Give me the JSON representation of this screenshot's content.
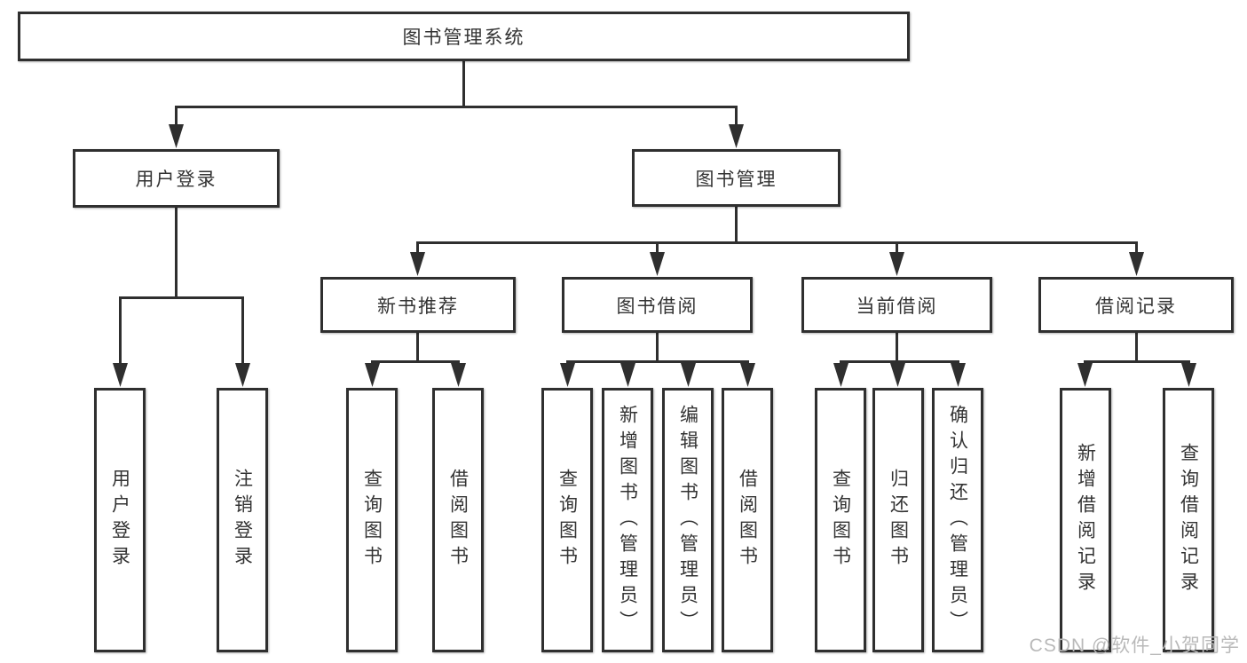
{
  "tree": {
    "root": {
      "label": "图书管理系统"
    },
    "branches": [
      {
        "label": "用户登录",
        "children": [
          {
            "label": "用户登录"
          },
          {
            "label": "注销登录"
          }
        ]
      },
      {
        "label": "图书管理",
        "children": [
          {
            "label": "新书推荐",
            "children": [
              {
                "label": "查询图书"
              },
              {
                "label": "借阅图书"
              }
            ]
          },
          {
            "label": "图书借阅",
            "children": [
              {
                "label": "查询图书"
              },
              {
                "label": "新增图书（管理员）"
              },
              {
                "label": "编辑图书（管理员）"
              },
              {
                "label": "借阅图书"
              }
            ]
          },
          {
            "label": "当前借阅",
            "children": [
              {
                "label": "查询图书"
              },
              {
                "label": "归还图书"
              },
              {
                "label": "确认归还（管理员）"
              }
            ]
          },
          {
            "label": "借阅记录",
            "children": [
              {
                "label": "新增借阅记录"
              },
              {
                "label": "查询借阅记录"
              }
            ]
          }
        ]
      }
    ]
  },
  "watermark": {
    "text": "CSDN @软件_小贺同学"
  },
  "colors": {
    "line": "#2f2f2f",
    "text": "#333333",
    "background": "#ffffff",
    "watermark": "#b9b9b9"
  }
}
